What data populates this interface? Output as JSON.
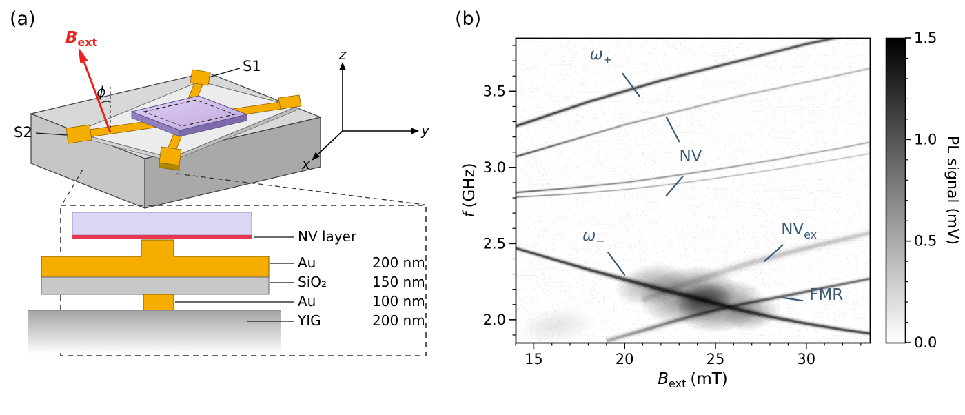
{
  "panel_a": {
    "label": "(a)",
    "field": {
      "main": "B",
      "sub": "ext"
    },
    "angle": "ϕ",
    "axes": {
      "x": "x",
      "y": "y",
      "z": "z"
    },
    "contacts": {
      "s1": "S1",
      "s2": "S2"
    },
    "stack": [
      {
        "name": "NV layer",
        "thickness": ""
      },
      {
        "name": "Au",
        "thickness": "200 nm"
      },
      {
        "name": "SiO₂",
        "thickness": "150 nm"
      },
      {
        "name": "Au",
        "thickness": "100 nm"
      },
      {
        "name": "YIG",
        "thickness": "200 nm"
      }
    ],
    "colors": {
      "gold": "#f5ae00",
      "substrate": "#d8d8d8",
      "chip": "#cbb9e8",
      "nv_red": "#e8384f",
      "arrow_red": "#e8231f"
    }
  },
  "panel_b": {
    "label": "(b)"
  },
  "chart_data": {
    "type": "heatmap",
    "title": "",
    "xlabel": {
      "symbol": "B",
      "sub": "ext",
      "unit": "(mT)"
    },
    "ylabel": {
      "symbol": "f",
      "unit": "(GHz)"
    },
    "x_range": [
      14,
      33.5
    ],
    "y_range": [
      1.85,
      3.85
    ],
    "x_major_ticks": [
      15,
      20,
      25,
      30
    ],
    "x_minor_step": 1,
    "y_major_ticks": [
      2.0,
      2.5,
      3.0,
      3.5
    ],
    "y_minor_step": 0.1,
    "colorbar": {
      "label": "PL signal (mV)",
      "range": [
        0,
        1.5
      ],
      "major_ticks": [
        0.0,
        0.5,
        1.0,
        1.5
      ],
      "minor_step": 0.1
    },
    "annotation_color": "#3a5a78",
    "annotations": [
      {
        "id": "omega-plus",
        "main": "ω",
        "main_italic": true,
        "sub": "+",
        "x": 18.7,
        "y": 3.71,
        "leaders": [
          [
            [
              19.9,
              3.615
            ],
            [
              20.8,
              3.47
            ]
          ]
        ]
      },
      {
        "id": "nv-perp",
        "main": "NV",
        "main_italic": false,
        "sub": "⊥",
        "x": 23.9,
        "y": 3.04,
        "leaders": [
          [
            [
              23.0,
              3.17
            ],
            [
              22.3,
              3.33
            ]
          ],
          [
            [
              23.2,
              2.94
            ],
            [
              22.3,
              2.815
            ]
          ]
        ]
      },
      {
        "id": "omega-minus",
        "main": "ω",
        "main_italic": true,
        "sub": "−",
        "x": 18.3,
        "y": 2.52,
        "leaders": [
          [
            [
              19.1,
              2.44
            ],
            [
              20.0,
              2.295
            ]
          ]
        ]
      },
      {
        "id": "nv-ex",
        "main": "NV",
        "main_italic": false,
        "sub": "ex",
        "x": 29.6,
        "y": 2.56,
        "leaders": [
          [
            [
              28.7,
              2.49
            ],
            [
              27.7,
              2.385
            ]
          ]
        ]
      },
      {
        "id": "fmr",
        "main": "FMR",
        "main_italic": false,
        "sub": "",
        "x": 31.1,
        "y": 2.13,
        "leaders": [
          [
            [
              29.8,
              2.125
            ],
            [
              28.7,
              2.145
            ]
          ]
        ]
      }
    ],
    "features": [
      {
        "name": "omega_plus",
        "b": [
          14,
          16,
          18,
          20,
          22,
          24,
          26,
          28,
          30,
          32,
          33.5
        ],
        "f": [
          3.27,
          3.35,
          3.43,
          3.5,
          3.57,
          3.63,
          3.69,
          3.75,
          3.81,
          3.86,
          3.9
        ],
        "w": 3.2,
        "a": [
          0.9,
          0.88,
          0.86,
          0.85,
          0.83,
          0.81,
          0.8,
          0.79,
          0.78,
          0.76,
          0.75
        ]
      },
      {
        "name": "nv_upper",
        "b": [
          14,
          16,
          18,
          20,
          22,
          24,
          26,
          28,
          30,
          32,
          33.5
        ],
        "f": [
          3.07,
          3.14,
          3.21,
          3.28,
          3.34,
          3.4,
          3.46,
          3.51,
          3.56,
          3.61,
          3.65
        ],
        "w": 2.4,
        "a": [
          0.82,
          0.6,
          0.45,
          0.38,
          0.33,
          0.3,
          0.28,
          0.26,
          0.25,
          0.24,
          0.24
        ]
      },
      {
        "name": "nv_perp_a",
        "b": [
          14,
          17,
          20,
          23,
          26,
          29,
          32,
          33.5
        ],
        "f": [
          2.835,
          2.865,
          2.9,
          2.95,
          3.005,
          3.065,
          3.13,
          3.165
        ],
        "w": 2.0,
        "a": [
          0.72,
          0.5,
          0.42,
          0.38,
          0.34,
          0.32,
          0.3,
          0.3
        ]
      },
      {
        "name": "nv_perp_b",
        "b": [
          14,
          17,
          20,
          23,
          26,
          29,
          32,
          33.5
        ],
        "f": [
          2.805,
          2.825,
          2.855,
          2.895,
          2.945,
          3.0,
          3.06,
          3.09
        ],
        "w": 1.6,
        "a": [
          0.5,
          0.36,
          0.3,
          0.27,
          0.25,
          0.23,
          0.22,
          0.22
        ]
      },
      {
        "name": "omega_minus",
        "b": [
          14,
          16,
          18,
          20,
          22,
          24,
          26,
          28,
          30,
          32,
          33.5
        ],
        "f": [
          2.47,
          2.4,
          2.33,
          2.265,
          2.2,
          2.14,
          2.075,
          2.02,
          1.975,
          1.935,
          1.91
        ],
        "w": [
          3.2,
          3.4,
          3.8,
          4.6,
          5.6,
          6.0,
          5.4,
          4.4,
          3.8,
          3.4,
          3.2
        ],
        "a": [
          0.88,
          0.88,
          0.9,
          0.9,
          0.92,
          0.92,
          0.9,
          0.88,
          0.86,
          0.85,
          0.85
        ]
      },
      {
        "name": "fmr",
        "b": [
          19,
          21,
          23,
          25,
          27,
          29,
          31,
          33.5
        ],
        "f": [
          1.86,
          1.93,
          2.0,
          2.065,
          2.115,
          2.16,
          2.21,
          2.27
        ],
        "w": [
          5,
          5,
          4.8,
          4.4,
          4,
          3.6,
          3.2,
          3
        ],
        "a": [
          0.28,
          0.42,
          0.52,
          0.6,
          0.65,
          0.67,
          0.65,
          0.62
        ]
      },
      {
        "name": "nv_ex",
        "b": [
          21,
          23,
          25,
          27,
          29,
          31,
          33.5
        ],
        "f": [
          2.13,
          2.22,
          2.3,
          2.375,
          2.44,
          2.5,
          2.57
        ],
        "w": [
          8,
          9,
          9,
          8.5,
          7.5,
          6.5,
          6
        ],
        "a": [
          0.1,
          0.14,
          0.17,
          0.19,
          0.2,
          0.2,
          0.18
        ]
      }
    ],
    "blobs": [
      {
        "x": 16.2,
        "y": 1.96,
        "rx": 55,
        "ry": 26,
        "rot": -8,
        "a": 0.1
      },
      {
        "x": 21.5,
        "y": 2.23,
        "rx": 55,
        "ry": 30,
        "rot": -10,
        "a": 0.33
      },
      {
        "x": 23.5,
        "y": 2.16,
        "rx": 72,
        "ry": 42,
        "rot": -10,
        "a": 0.48
      },
      {
        "x": 25.3,
        "y": 2.09,
        "rx": 65,
        "ry": 38,
        "rot": -10,
        "a": 0.48
      },
      {
        "x": 24.3,
        "y": 2.13,
        "rx": 42,
        "ry": 24,
        "rot": -10,
        "a": 0.5
      },
      {
        "x": 27.0,
        "y": 2.04,
        "rx": 42,
        "ry": 25,
        "rot": -10,
        "a": 0.32
      }
    ],
    "noise": {
      "dots": 26000,
      "max_alpha": 0.1
    }
  }
}
